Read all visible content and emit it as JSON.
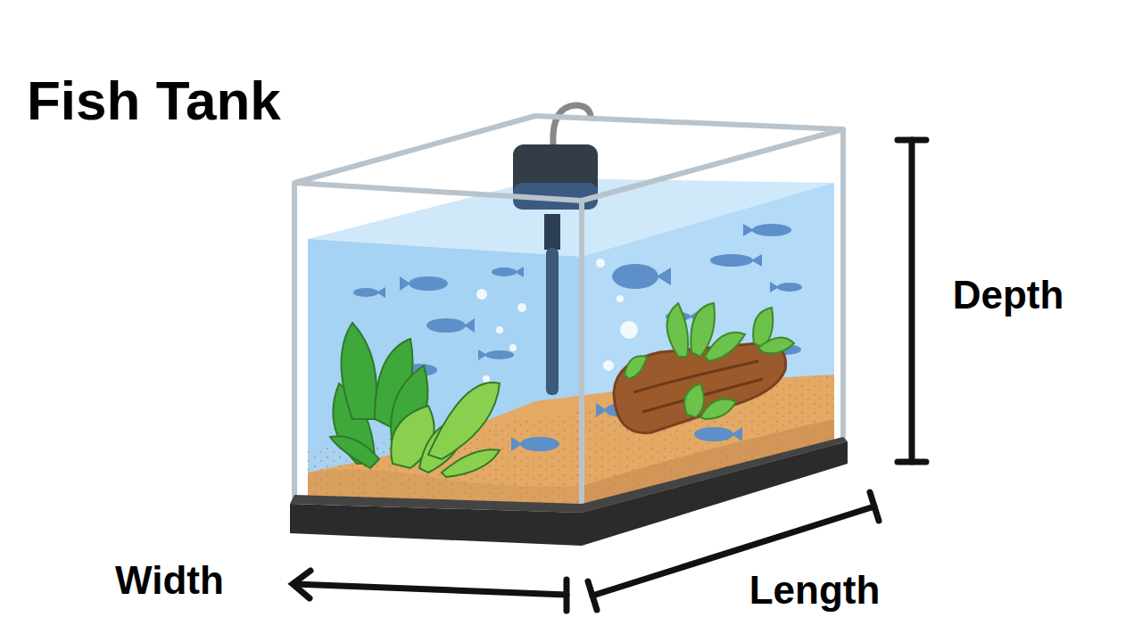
{
  "diagram": {
    "title": "Fish Tank",
    "labels": [
      "Depth",
      "Width",
      "Length"
    ]
  }
}
